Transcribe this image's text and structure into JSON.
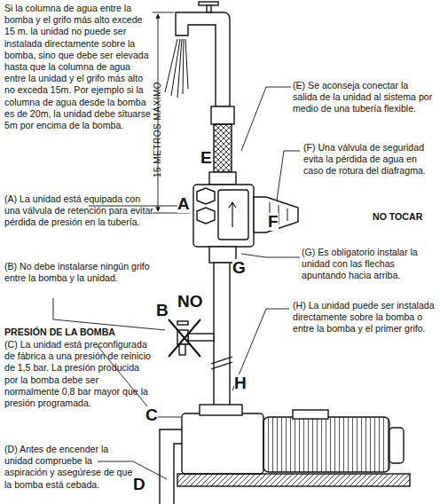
{
  "diagram": {
    "labels": [
      "Si la columna de agua entre la bomba y el grifo más alto excede 15 m. la unidad no puede ser instalada directamente sobre la bomba, sino que debe ser elevada hasta que la columna de agua entre la unidad y el grifo más alto no exceda 15m. Por ejemplo si la columna de agua desde la bomba es de 20m, la unidad debe situarse 5m por encima de la bomba.",
      "15 METROS MÁXIMO",
      "(E) Se aconseja conectar la salida de la unidad al sistema por medio de una tubería flexible.",
      "E",
      "(F) Una válvula de seguridad evita la pérdida de agua en caso de rotura del diafragma.",
      "(A) La unidad está equipada con una válvula de retención para evitar pérdida de presión en la tubería.",
      "A",
      "F",
      "NO TOCAR",
      "(G) Es obligatorio instalar la unidad con las flechas apuntando hacia arriba.",
      "G",
      "(B) No debe instalarse ningún grifo entre la bomba y la unidad.",
      "(H) La unidad puede ser instalada directamente sobre la bomba o entre la bomba y el primer grifo.",
      "B",
      "NO",
      "PRESIÓN DE LA BOMBA",
      "(C) La unidad está preconfigurada de fábrica a una presión de reinicio de 1,5 bar. La presión producida por la bomba debe ser normalmente 0,8 bar mayor que la presión programada.",
      "H",
      "C",
      "(D) Antes de encender la unidad compruebe la aspiración y asegúrese de que la bomba está cebada.",
      "D"
    ]
  }
}
